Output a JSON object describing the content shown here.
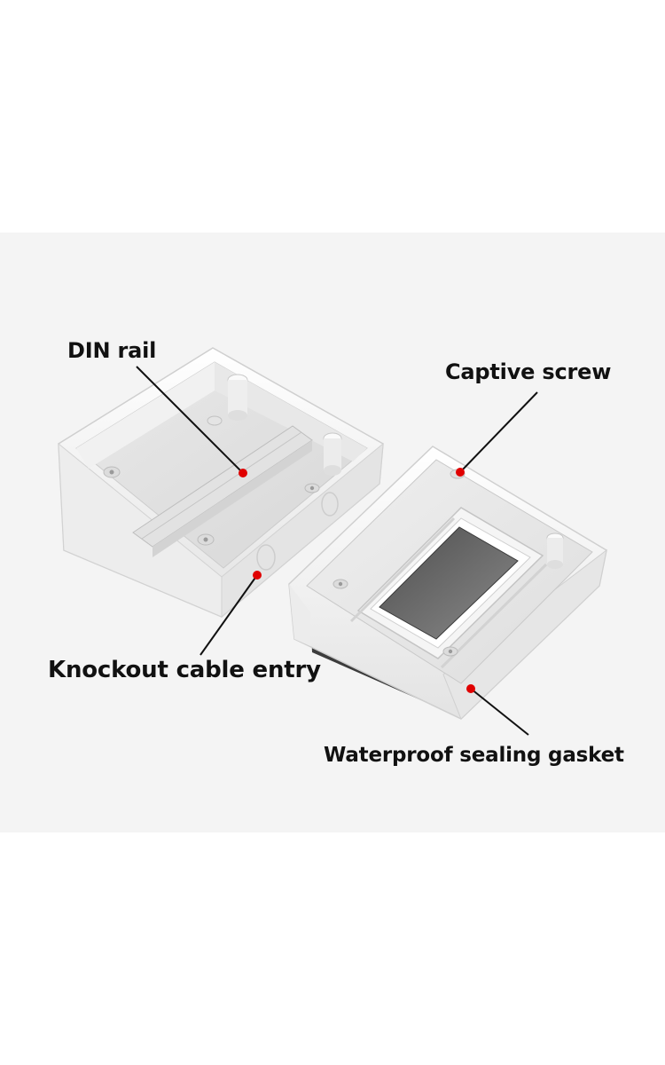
{
  "labels": {
    "din_rail": "DIN rail",
    "captive_screw": "Captive screw",
    "knockout_cable_entry": "Knockout cable entry",
    "waterproof_sealing_gasket": "Waterproof sealing gasket"
  },
  "colors": {
    "marker": "#e00000",
    "leader_line": "#111111",
    "enclosure_white": "#f6f6f6",
    "window_gray": "#6f6f6f",
    "background_band": "#f4f4f4"
  },
  "icons": {
    "marker": "red-dot-icon"
  }
}
